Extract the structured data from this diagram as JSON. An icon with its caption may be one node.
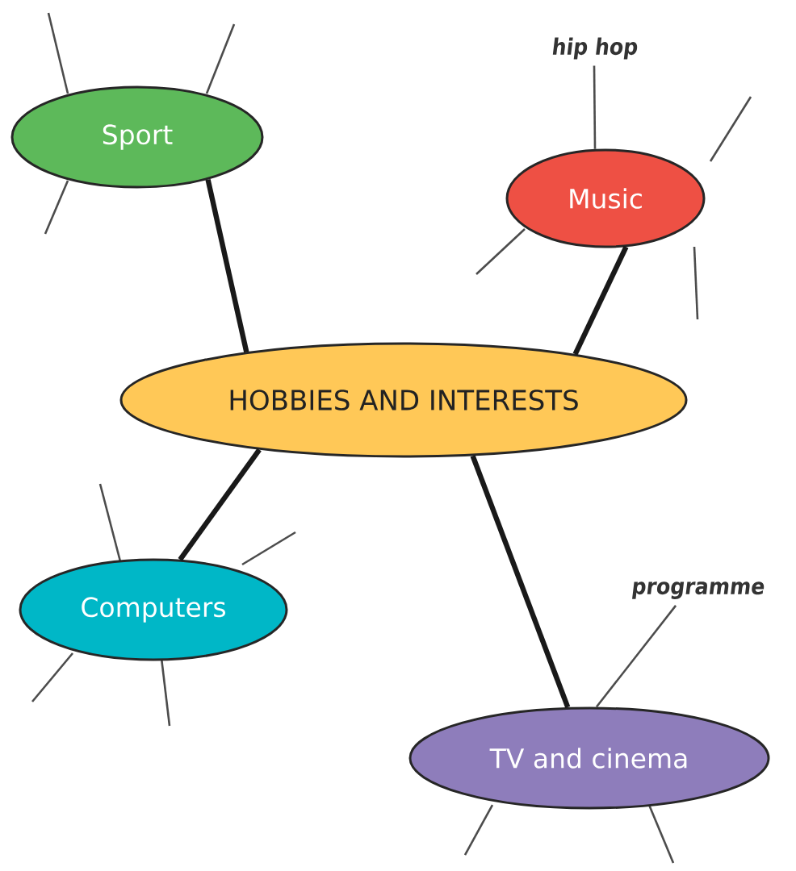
{
  "diagram": {
    "nodes": [
      {
        "text": [
          "HOBBIES AND INTERESTS"
        ]
      },
      {
        "text": [
          "Sport"
        ]
      },
      {
        "text": [
          "Music"
        ]
      },
      {
        "text": [
          "Computers"
        ]
      },
      {
        "text": [
          "TV and cinema"
        ]
      },
      {
        "text": [
          "hip hop"
        ]
      },
      {
        "text": [
          "programme"
        ]
      }
    ],
    "edges": [
      {
        "from": 0,
        "to": 1,
        "arrow": "none"
      },
      {
        "from": 0,
        "to": 2,
        "arrow": "none"
      },
      {
        "from": 0,
        "to": 3,
        "arrow": "none"
      },
      {
        "from": 0,
        "to": 4,
        "arrow": "none"
      },
      {
        "from": 2,
        "to": 5,
        "arrow": "none"
      },
      {
        "from": 4,
        "to": 6,
        "arrow": "none"
      }
    ]
  }
}
